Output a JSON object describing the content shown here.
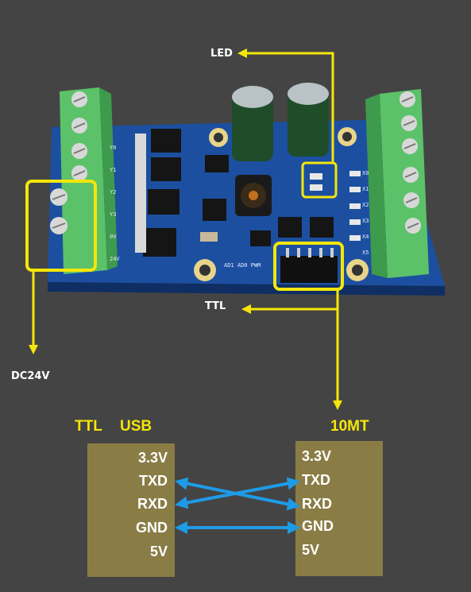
{
  "labels": {
    "led": "LED",
    "ttl_board": "TTL",
    "dc24v": "DC24V",
    "ttl_header": "TTL",
    "usb_header": "USB",
    "module_header": "10MT"
  },
  "usb_pins": [
    "3.3V",
    "TXD",
    "RXD",
    "GND",
    "5V"
  ],
  "module_pins": [
    "3.3V",
    "TXD",
    "RXD",
    "GND",
    "5V"
  ],
  "board_silkscreen": {
    "inputs": [
      "Y0",
      "Y1",
      "Y2",
      "Y3",
      "0V",
      "24V"
    ],
    "outputs": [
      "X0",
      "X1",
      "X2",
      "X3",
      "X4",
      "X5"
    ],
    "bottom": [
      "AD1",
      "AD0",
      "PWM"
    ]
  },
  "colors": {
    "background": "#444444",
    "highlight": "#f5e60a",
    "wire": "#1e9be6",
    "pcb": "#1c4fa0",
    "terminal": "#5cc26a",
    "pin_box": "#8a7c45"
  }
}
